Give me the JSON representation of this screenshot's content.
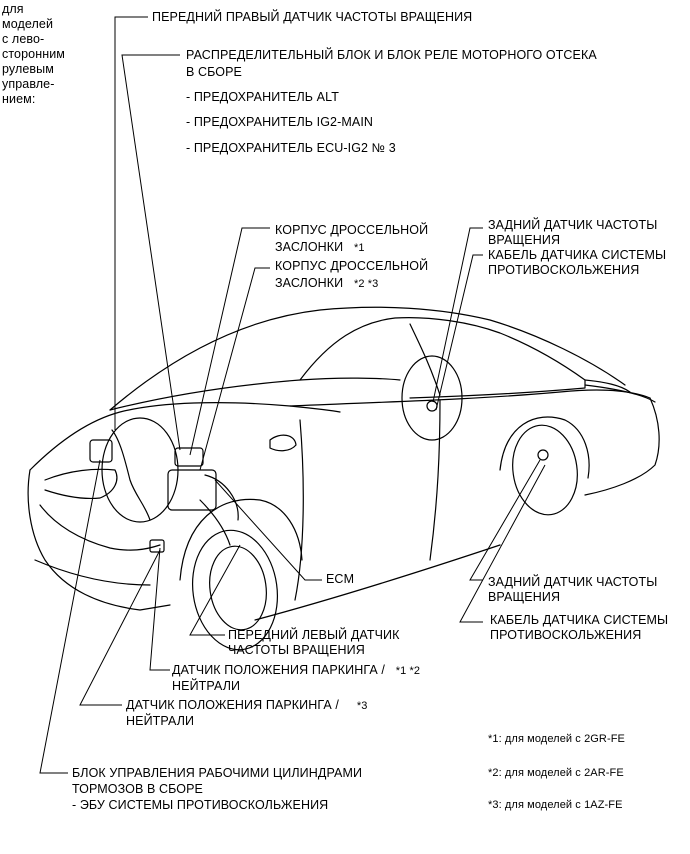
{
  "side_note": [
    "для",
    "моделей",
    "с лево-",
    "сторонним",
    "рулевым",
    "управле-",
    "нием:"
  ],
  "labels": {
    "front_right_sensor": "ПЕРЕДНИЙ ПРАВЫЙ ДАТЧИК ЧАСТОТЫ ВРАЩЕНИЯ",
    "relay_block": [
      "РАСПРЕДЕЛИТЕЛЬНЫЙ БЛОК И БЛОК РЕЛЕ МОТОРНОГО ОТСЕКА",
      "В СБОРЕ"
    ],
    "fuse_alt": "- ПРЕДОХРАНИТЕЛЬ ALT",
    "fuse_ig2main": "- ПРЕДОХРАНИТЕЛЬ IG2-MAIN",
    "fuse_ecuig2": "- ПРЕДОХРАНИТЕЛЬ ECU-IG2 № 3",
    "throttle_1": [
      "КОРПУС ДРОССЕЛЬНОЙ",
      "ЗАСЛОНКИ"
    ],
    "throttle_1_note": "*1",
    "throttle_23": [
      "КОРПУС ДРОССЕЛЬНОЙ",
      "ЗАСЛОНКИ"
    ],
    "throttle_23_note": "*2 *3",
    "rear_sensor_top": [
      "ЗАДНИЙ ДАТЧИК ЧАСТОТЫ",
      "ВРАЩЕНИЯ"
    ],
    "skid_cable_top": [
      "КАБЕЛЬ ДАТЧИКА СИСТЕМЫ",
      "ПРОТИВОСКОЛЬЖЕНИЯ"
    ],
    "ecm": "ECM",
    "rear_sensor_bottom": [
      "ЗАДНИЙ ДАТЧИК ЧАСТОТЫ",
      "ВРАЩЕНИЯ"
    ],
    "skid_cable_bottom": [
      "КАБЕЛЬ ДАТЧИКА СИСТЕМЫ",
      "ПРОТИВОСКОЛЬЖЕНИЯ"
    ],
    "front_left_sensor": [
      "ПЕРЕДНИЙ ЛЕВЫЙ ДАТЧИК",
      "ЧАСТОТЫ ВРАЩЕНИЯ"
    ],
    "park_neutral_12": [
      "ДАТЧИК ПОЛОЖЕНИЯ ПАРКИНГА /",
      "НЕЙТРАЛИ"
    ],
    "park_neutral_12_note": "*1  *2",
    "park_neutral_3": [
      "ДАТЧИК ПОЛОЖЕНИЯ ПАРКИНГА /",
      "НЕЙТРАЛИ"
    ],
    "park_neutral_3_note": "*3",
    "brake_actuator": [
      "БЛОК УПРАВЛЕНИЯ РАБОЧИМИ ЦИЛИНДРАМИ",
      "ТОРМОЗОВ В СБОРЕ"
    ],
    "skid_ecu": "- ЭБУ СИСТЕМЫ ПРОТИВОСКОЛЬЖЕНИЯ"
  },
  "footnotes": [
    "*1: для моделей с 2GR-FE",
    "*2: для моделей с 2AR-FE",
    "*3: для моделей с 1AZ-FE"
  ]
}
